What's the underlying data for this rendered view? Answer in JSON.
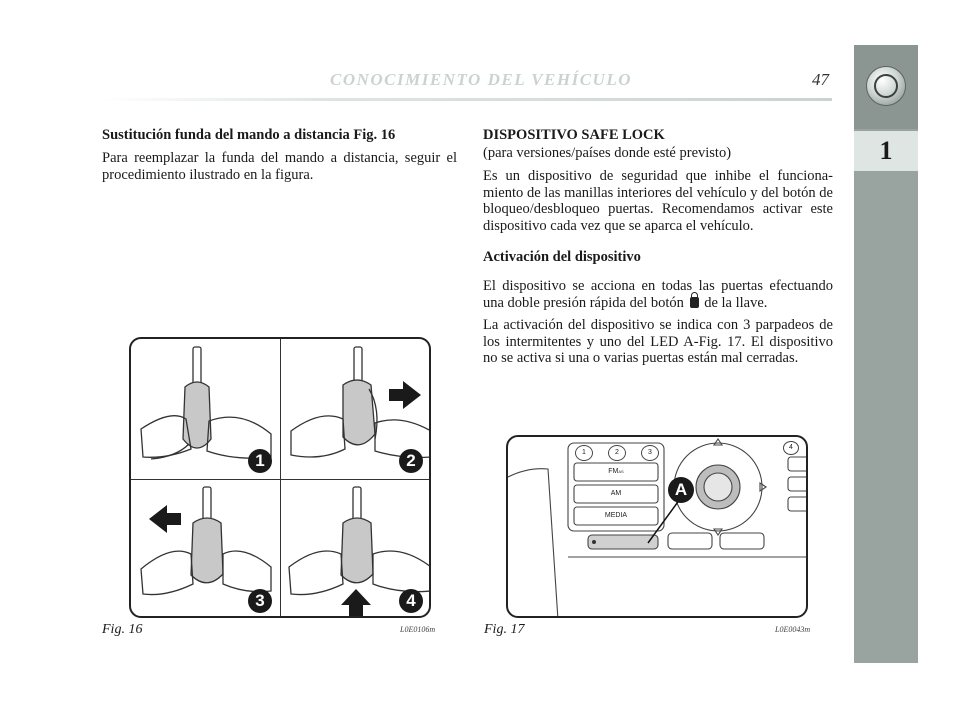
{
  "header": {
    "title": "CONOCIMIENTO DEL VEHÍCULO",
    "page_number": "47"
  },
  "sidebar": {
    "chapter": "1"
  },
  "left": {
    "heading": "Sustitución funda del mando a distancia Fig. 16",
    "paragraph": "Para reemplazar la funda del mando a distancia, seguir el procedimiento ilustrado en la figura."
  },
  "right": {
    "heading": "DISPOSITIVO SAFE LOCK",
    "subheading": "(para versiones/países donde esté previsto)",
    "paragraph1": "Es un dispositivo de seguridad que inhibe el funciona-miento de las manillas interiores del vehículo y del botón de bloqueo/desbloqueo puertas. Recomendamos activar este dispositivo cada vez que se aparca el vehículo.",
    "heading2": "Activación del dispositivo",
    "paragraph2_before": "El dispositivo se acciona en todas las puertas efectuando una doble presión rápida del botón",
    "paragraph2_after": "de la llave.",
    "paragraph3": "La activación del dispositivo se indica con 3 parpadeos de los intermitentes y uno del LED A-Fig. 17. El dispositivo no se activa si una o varias puertas están mal cerradas."
  },
  "fig16": {
    "caption": "Fig. 16",
    "code": "L0E0106m",
    "steps": [
      "1",
      "2",
      "3",
      "4"
    ]
  },
  "fig17": {
    "caption": "Fig. 17",
    "code": "L0E0043m",
    "preset_buttons": [
      "1",
      "2",
      "3",
      "4"
    ],
    "source_buttons": [
      "FM",
      "AM",
      "MEDIA"
    ],
    "fm_suffix": "AS",
    "callout": "A"
  },
  "icons": {
    "lock": "lock-icon",
    "arrow": "arrow-icon",
    "logo": "lancia-logo-icon"
  }
}
